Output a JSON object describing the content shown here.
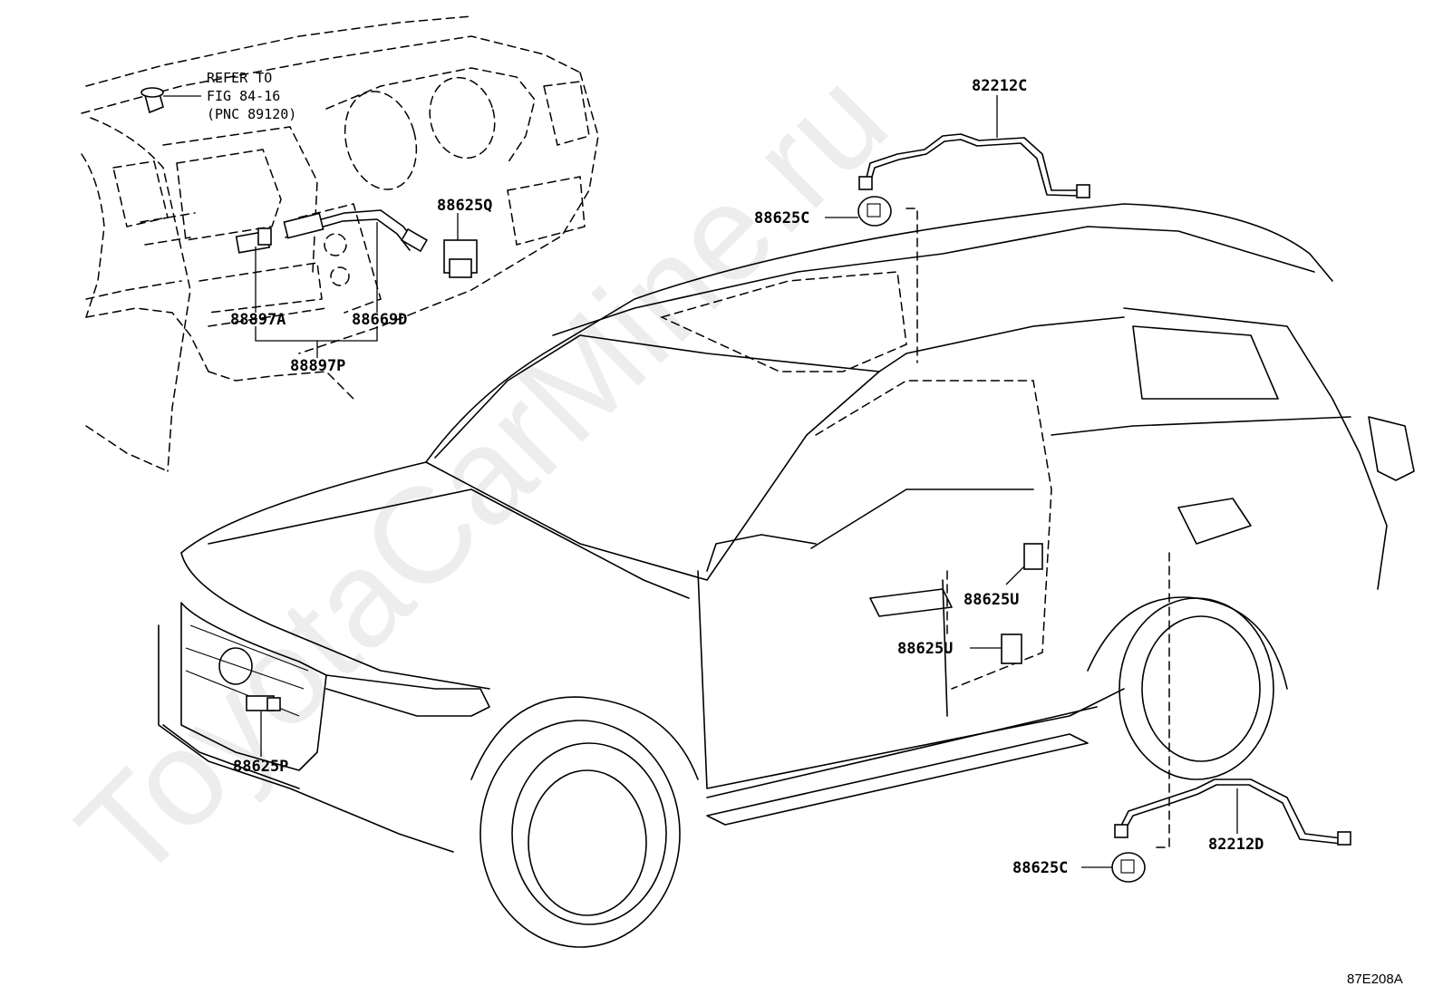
{
  "watermark": "ToyotaCarMine.ru",
  "figure_code": "87E208A",
  "reference_note": {
    "line1": "REFER TO",
    "line2": "FIG 84-16",
    "line3": "(PNC 89120)"
  },
  "parts": {
    "p82212C": "82212C",
    "p82212D": "82212D",
    "p88625C_top": "88625C",
    "p88625C_bottom": "88625C",
    "p88625Q": "88625Q",
    "p88625U_upper": "88625U",
    "p88625U_lower": "88625U",
    "p88625P": "88625P",
    "p88897A": "88897A",
    "p88669D": "88669D",
    "p88897P": "88897P"
  }
}
